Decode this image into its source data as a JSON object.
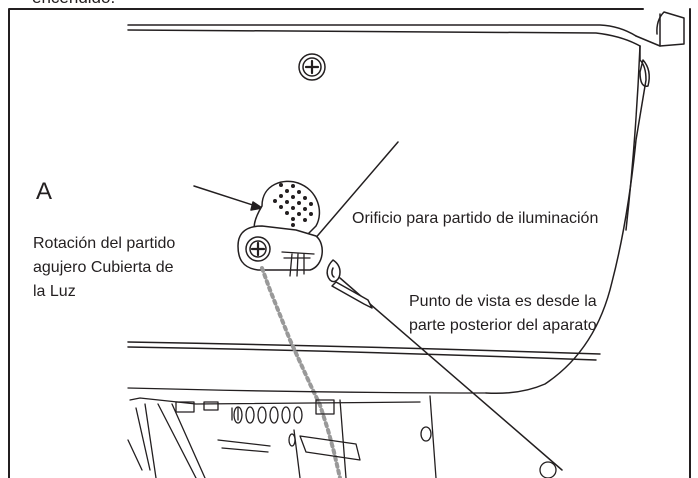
{
  "caption_top": "encendido.",
  "callout_letter": "A",
  "rotation_label_lines": [
    "Rotación del partido",
    "agujero Cubierta de",
    "la Luz"
  ],
  "hole_label": "Orificio para partido de iluminación",
  "viewpoint_label_lines": [
    "Punto de vista es desde la",
    "parte posterior del aparato"
  ],
  "colors": {
    "line": "#231f20",
    "background": "#ffffff",
    "cover_fill": "#ffffff"
  }
}
